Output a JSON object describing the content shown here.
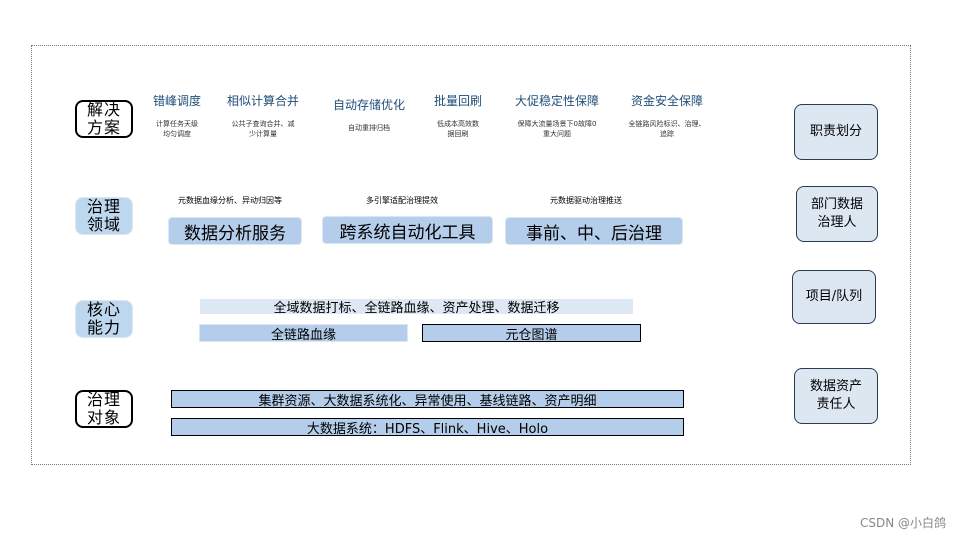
{
  "row_labels": {
    "solution": [
      "解决",
      "方案"
    ],
    "domain": [
      "治理",
      "领域"
    ],
    "capability": [
      "核心",
      "能力"
    ],
    "object": [
      "治理",
      "对象"
    ]
  },
  "solutions": [
    {
      "title": "错峰调度",
      "desc": [
        "计算任务天级",
        "均匀调度"
      ]
    },
    {
      "title": "相似计算合并",
      "desc": [
        "公共子查询合并、减",
        "少计算量"
      ]
    },
    {
      "title": "自动存储优化",
      "desc": [
        "自动重排归档"
      ]
    },
    {
      "title": "批量回刷",
      "desc": [
        "低成本高效数",
        "据回刷"
      ]
    },
    {
      "title": "大促稳定性保障",
      "desc": [
        "保障大流量场景下0故障0",
        "重大问题"
      ]
    },
    {
      "title": "资金安全保障",
      "desc": [
        "全链路风险标识、治理、",
        "追踪"
      ]
    }
  ],
  "domains": [
    {
      "note": "元数据血缘分析、异动归因等",
      "label": "数据分析服务"
    },
    {
      "note": "多引擎适配治理提效",
      "label": "跨系统自动化工具"
    },
    {
      "note": "元数据驱动治理推送",
      "label": "事前、中、后治理"
    }
  ],
  "capabilities": {
    "top": "全域数据打标、全链路血缘、资产处理、数据迁移",
    "left": "全链路血缘",
    "right": "元仓图谱"
  },
  "objects": {
    "line1": "集群资源、大数据系统化、异常使用、基线链路、资产明细",
    "line2": "大数据系统：HDFS、Flink、Hive、Holo"
  },
  "roles": [
    [
      "职责划分"
    ],
    [
      "部门数据",
      "治理人"
    ],
    [
      "项目/队列"
    ],
    [
      "数据资产",
      "责任人"
    ]
  ],
  "watermark": "CSDN @小白鸽"
}
